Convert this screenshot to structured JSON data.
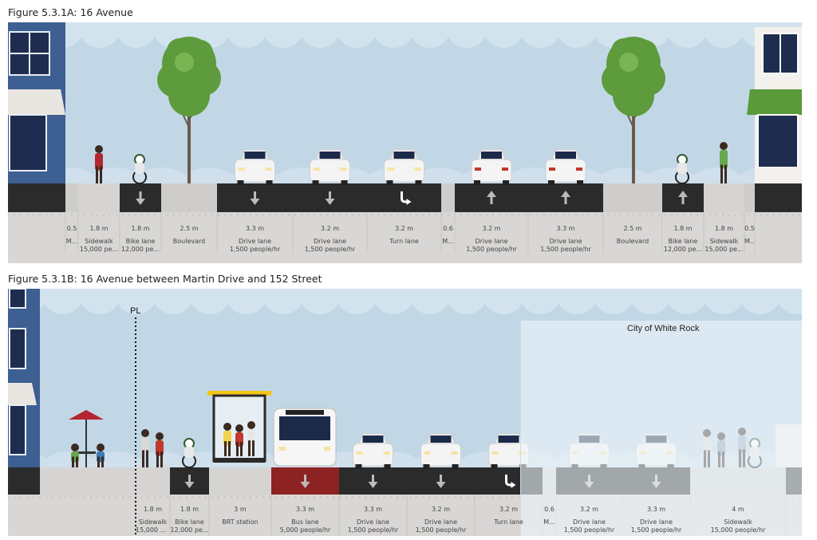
{
  "figures": [
    {
      "id": "A",
      "title": "Figure 5.3.1A: 16 Avenue",
      "segments": [
        {
          "width": "0.5",
          "name": "M...",
          "cap": ""
        },
        {
          "width": "1.8 m",
          "name": "Sidewalk",
          "cap": "15,000 pe..."
        },
        {
          "width": "1.8 m",
          "name": "Bike lane",
          "cap": "12,000 pe..."
        },
        {
          "width": "2.5 m",
          "name": "Boulevard",
          "cap": ""
        },
        {
          "width": "3.3 m",
          "name": "Drive lane",
          "cap": "1,500 people/hr"
        },
        {
          "width": "3.2 m",
          "name": "Drive lane",
          "cap": "1,500 people/hr"
        },
        {
          "width": "3.2 m",
          "name": "Turn lane",
          "cap": ""
        },
        {
          "width": "0.6",
          "name": "M...",
          "cap": ""
        },
        {
          "width": "3.2 m",
          "name": "Drive lane",
          "cap": "1,500 people/hr"
        },
        {
          "width": "3.3 m",
          "name": "Drive lane",
          "cap": "1,500 people/hr"
        },
        {
          "width": "2.5 m",
          "name": "Boulevard",
          "cap": ""
        },
        {
          "width": "1.8 m",
          "name": "Bike lane",
          "cap": "12,000 pe..."
        },
        {
          "width": "1.8 m",
          "name": "Sidewalk",
          "cap": "15,000 pe..."
        },
        {
          "width": "0.5",
          "name": "M...",
          "cap": ""
        }
      ]
    },
    {
      "id": "B",
      "title": "Figure 5.3.1B: 16 Avenue between Martin Drive and 152 Street",
      "pl_label": "PL",
      "region_label": "City of White Rock",
      "segments": [
        {
          "width": "1.8 m",
          "name": "Sidewalk",
          "cap": "15,000 pe..."
        },
        {
          "width": "1.8 m",
          "name": "Bike lane",
          "cap": "12,000 pe..."
        },
        {
          "width": "3 m",
          "name": "BRT station",
          "cap": ""
        },
        {
          "width": "3.3 m",
          "name": "Bus lane",
          "cap": "5,000 people/hr"
        },
        {
          "width": "3.3 m",
          "name": "Drive lane",
          "cap": "1,500 people/hr"
        },
        {
          "width": "3.2 m",
          "name": "Drive lane",
          "cap": "1,500 people/hr"
        },
        {
          "width": "3.2 m",
          "name": "Turn lane",
          "cap": ""
        },
        {
          "width": "0.6",
          "name": "M...",
          "cap": ""
        },
        {
          "width": "3.2 m",
          "name": "Drive lane",
          "cap": "1,500 people/hr"
        },
        {
          "width": "3.3 m",
          "name": "Drive lane",
          "cap": "1,500 people/hr"
        },
        {
          "width": "4 m",
          "name": "Sidewalk",
          "cap": "15,000 people/hr"
        }
      ]
    }
  ],
  "colors": {
    "sky": "#c2d7e6",
    "cloud": "#d3e3ee",
    "asphalt": "#2b2b2b",
    "bus_lane": "#8c2322",
    "median": "#cfcdcb",
    "sidewalk": "#d6d4d2",
    "building_blue": "#3d5f92",
    "tree_green": "#5d9b3c",
    "awning_green": "#5a9a3a"
  }
}
